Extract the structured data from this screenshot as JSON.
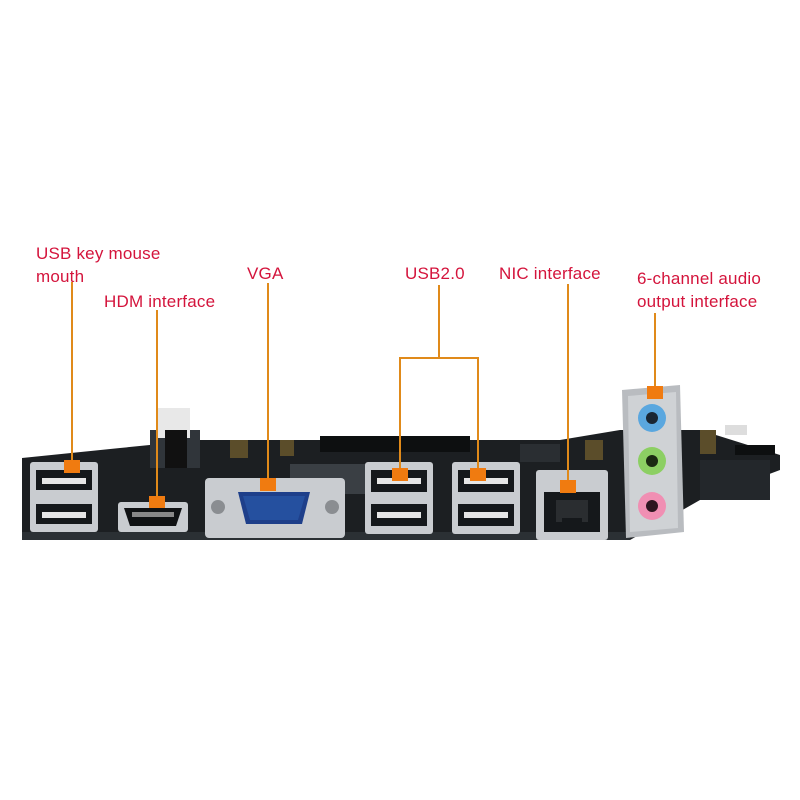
{
  "labels": {
    "usb_key_mouse_line1": "USB key mouse",
    "usb_key_mouse_line2": "mouth",
    "hdm": "HDM interface",
    "vga": "VGA",
    "usb2": "USB2.0",
    "nic": "NIC interface",
    "audio_line1": "6-channel audio",
    "audio_line2": "output interface"
  },
  "colors": {
    "label_text": "#d4143c",
    "callout_line": "#e08a1a",
    "marker": "#f07b10",
    "pcb": "#1c1f22",
    "port_metal": "#c9ccd0",
    "audio_blue": "#5aa7df",
    "audio_green": "#8ccf63",
    "audio_pink": "#f08fb3"
  },
  "icons": {
    "usb_port": "usb-port-icon",
    "hdmi_port": "hdmi-port-icon",
    "vga_port": "vga-port-icon",
    "rj45_port": "ethernet-port-icon",
    "audio_jack": "audio-jack-icon"
  }
}
